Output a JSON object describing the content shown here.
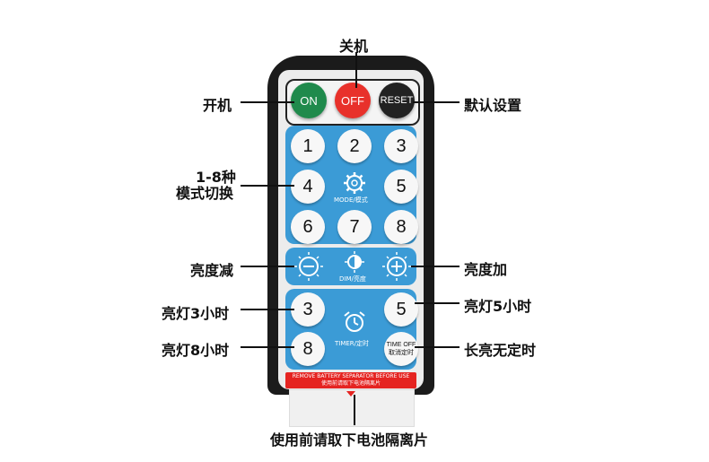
{
  "labels": {
    "power_off": "关机",
    "power_on": "开机",
    "reset_default": "默认设置",
    "mode_line1": "1-8种",
    "mode_line2": "模式切换",
    "brightness_down": "亮度减",
    "brightness_up": "亮度加",
    "light_3h": "亮灯3小时",
    "light_5h": "亮灯5小时",
    "light_8h": "亮灯8小时",
    "no_timer": "长亮无定时",
    "battery_note": "使用前请取下电池隔离片"
  },
  "remote": {
    "on_label": "ON",
    "off_label": "OFF",
    "reset_label": "RESET",
    "numbers": [
      "1",
      "2",
      "3",
      "4",
      "5",
      "6",
      "7",
      "8"
    ],
    "mode_caption": "MODE/模式",
    "dim_caption": "DIM/亮度",
    "timer_caption": "TIMER/定时",
    "timer_buttons": [
      "3",
      "5",
      "8"
    ],
    "timeoff_line1": "TIME OFF",
    "timeoff_line2": "取消定时",
    "battery_en": "REMOVE BATTERY SEPARATOR BEFORE USE",
    "battery_cn": "使用前请取下电池隔离片"
  },
  "colors": {
    "panel_blue": "#3b9bd6",
    "on_green": "#1f8a4c",
    "off_red": "#e8312b",
    "reset_black": "#222222",
    "warning_red": "#e52421"
  }
}
